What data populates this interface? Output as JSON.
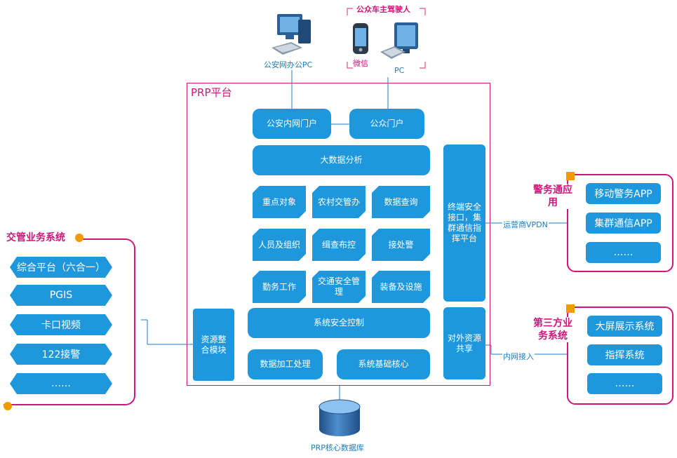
{
  "top": {
    "police_pc_label": "公安网办公PC",
    "public_group_title": "公众车主驾驶人",
    "wechat_label": "微信",
    "pc_label": "PC"
  },
  "prp": {
    "title": "PRP平台",
    "portal_internal": "公安内网门户",
    "portal_public": "公众门户",
    "big_data": "大数据分析",
    "grid": [
      "重点对象",
      "农村交管办",
      "数据查询",
      "人员及组织",
      "缉查布控",
      "接处警",
      "勤务工作",
      "交通安全管理",
      "装备及设施"
    ],
    "security_control": "系统安全控制",
    "data_processing": "数据加工处理",
    "core": "系统基础核心",
    "resource_module": "资源整合模块",
    "terminal_security": "终端安全接口，集群通信指挥平台",
    "external_sharing": "对外资源共享"
  },
  "left_panel": {
    "title": "交管业务系统",
    "items": [
      "综合平台（六合一）",
      "PGIS",
      "卡口视频",
      "122接警",
      "……"
    ]
  },
  "right_top": {
    "title": "警务通应用",
    "link_label": "运营商VPDN",
    "items": [
      "移动警务APP",
      "集群通信APP",
      "……"
    ]
  },
  "right_bottom": {
    "title": "第三方业务系统",
    "link_label": "内网接入",
    "items": [
      "大屏展示系统",
      "指挥系统",
      "……"
    ]
  },
  "db_label": "PRP核心数据库",
  "colors": {
    "box": "#1e97dd",
    "frame": "#d1157a",
    "accent": "#f39a00",
    "label": "#1e7cc0"
  }
}
